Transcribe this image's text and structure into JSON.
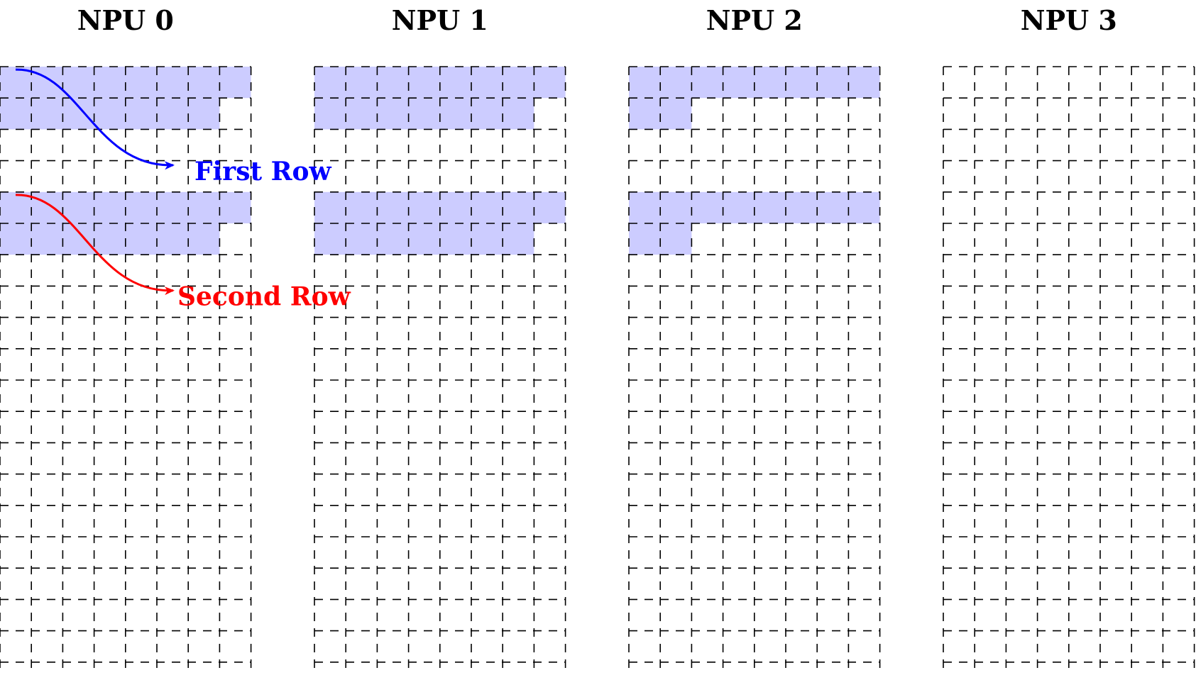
{
  "npus": [
    {
      "title": "NPU 0",
      "highlighted_rows": [
        {
          "row": 0,
          "filled_cells": 8
        },
        {
          "row": 1,
          "filled_cells": 7
        },
        {
          "row": 4,
          "filled_cells": 8
        },
        {
          "row": 5,
          "filled_cells": 7
        }
      ]
    },
    {
      "title": "NPU 1",
      "highlighted_rows": [
        {
          "row": 0,
          "filled_cells": 8
        },
        {
          "row": 1,
          "filled_cells": 7
        },
        {
          "row": 4,
          "filled_cells": 8
        },
        {
          "row": 5,
          "filled_cells": 7
        }
      ]
    },
    {
      "title": "NPU 2",
      "highlighted_rows": [
        {
          "row": 0,
          "filled_cells": 8
        },
        {
          "row": 1,
          "filled_cells": 2
        },
        {
          "row": 4,
          "filled_cells": 8
        },
        {
          "row": 5,
          "filled_cells": 2
        }
      ]
    },
    {
      "title": "NPU 3",
      "highlighted_rows": []
    }
  ],
  "grid": {
    "columns": 8,
    "rows": 20
  },
  "annotations": [
    {
      "label": "First Row",
      "color": "#0000ff",
      "target_row": 0
    },
    {
      "label": "Second Row",
      "color": "#ff0000",
      "target_row": 4
    }
  ],
  "colors": {
    "highlight": "#ccccff",
    "grid_line": "#000000"
  }
}
